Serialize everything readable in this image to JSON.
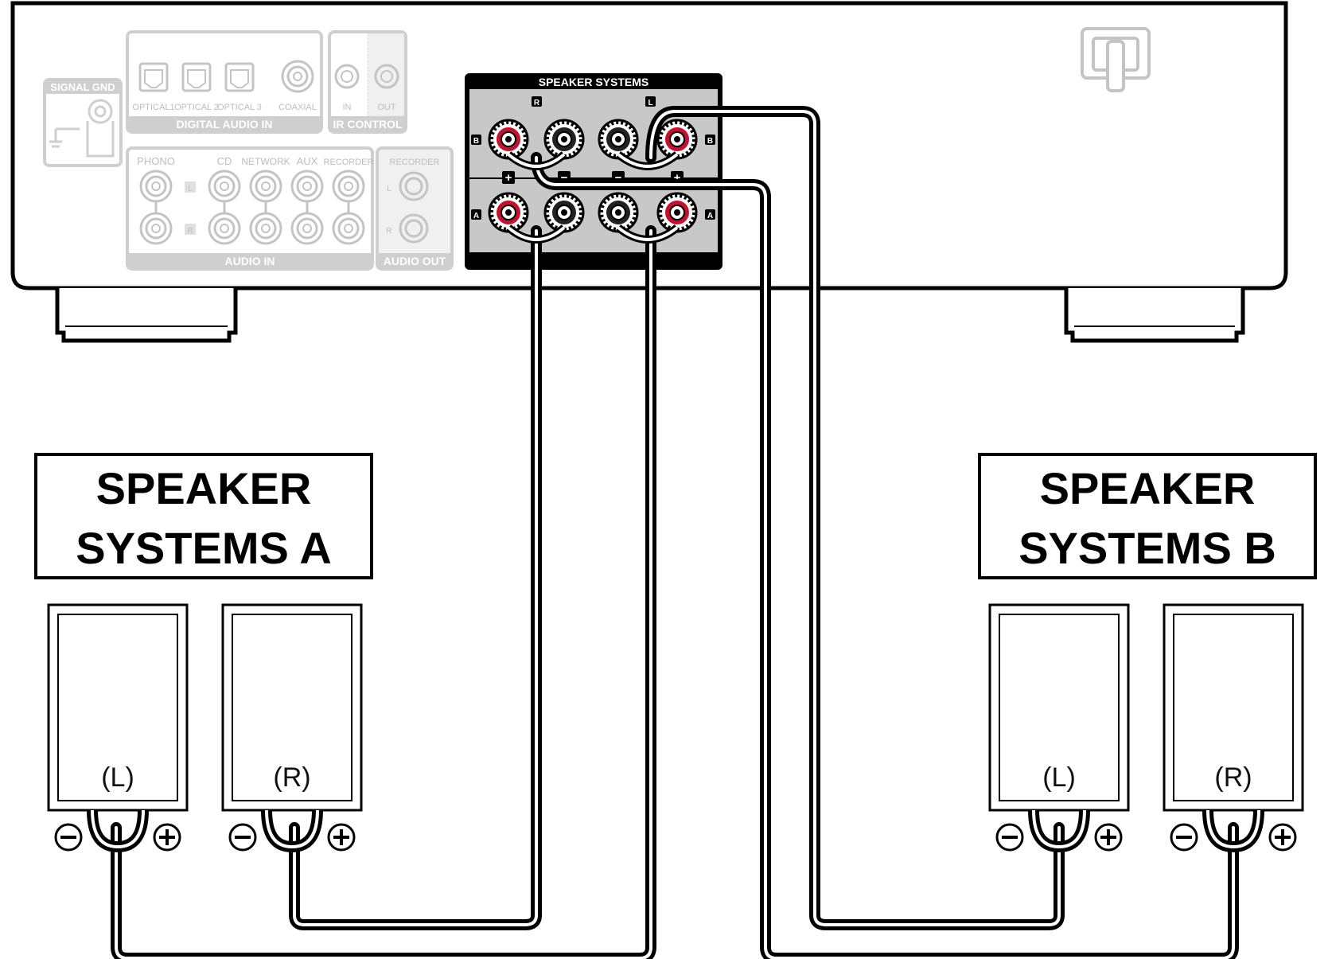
{
  "rear_panel": {
    "signal_gnd": "SIGNAL GND",
    "digital_audio_in": {
      "title": "DIGITAL AUDIO IN",
      "ports": [
        "OPTICAL1",
        "OPTICAL 2",
        "OPTICAL 3",
        "COAXIAL"
      ]
    },
    "ir_control": {
      "title": "IR CONTROL",
      "ports": [
        "IN",
        "OUT"
      ]
    },
    "audio_in": {
      "title": "AUDIO IN",
      "ports": [
        "PHONO",
        "CD",
        "NETWORK",
        "AUX",
        "RECORDER"
      ],
      "channel_l": "L",
      "channel_r": "R"
    },
    "audio_out": {
      "title": "AUDIO OUT",
      "port": "RECORDER",
      "channel_l": "L",
      "channel_r": "R"
    },
    "speaker_systems": {
      "title": "SPEAKER SYSTEMS",
      "channel_r": "R",
      "channel_l": "L",
      "row_b": "B",
      "row_a": "A",
      "plus": "+",
      "minus": "−"
    }
  },
  "groups": {
    "a": {
      "line1": "SPEAKER",
      "line2": "SYSTEMS A"
    },
    "b": {
      "line1": "SPEAKER",
      "line2": "SYSTEMS B"
    }
  },
  "speakers": {
    "a_left": "(L)",
    "a_right": "(R)",
    "b_left": "(L)",
    "b_right": "(R)"
  },
  "colors": {
    "terminal_plus": "#c8102e",
    "terminal_minus": "#222222",
    "panel": "#c8c8c8",
    "faded": "#bdbdbd"
  }
}
